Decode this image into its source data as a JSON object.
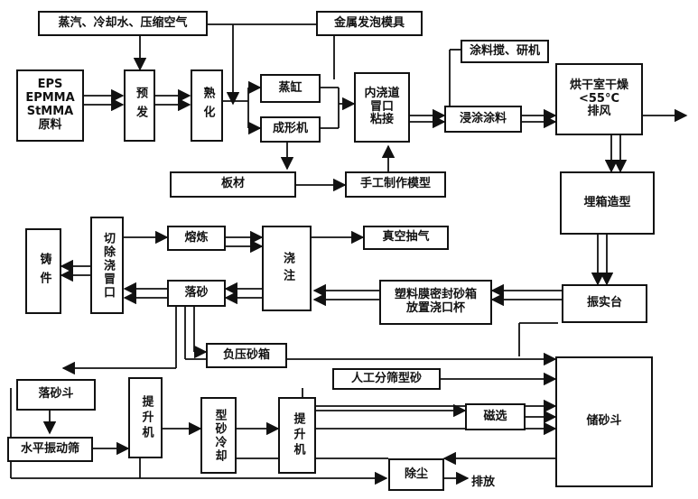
{
  "nodes": {
    "steam_supply": "蒸汽、冷却水、压缩空气",
    "metal_mold": "金属发泡模具",
    "raw_material": "EPS\nEPMMA\nStMMA\n原料",
    "pre_expand": "预发",
    "aging": "熟化",
    "steam_chest": "蒸缸",
    "molding_machine": "成形机",
    "gating_glue": "内浇道\n冒口\n粘接",
    "coating_mix": "涂料搅、研机",
    "dip_coating": "浸涂涂料",
    "drying_room": "烘干室干燥\n<55°C\n排风",
    "sheet": "板材",
    "handmade_pattern": "手工制作模型",
    "embed_molding": "埋箱造型",
    "casting": "铸件",
    "cut_riser": "切除浇冒口",
    "melting": "熔炼",
    "pouring": "浇注",
    "vacuum": "真空抽气",
    "shakeout": "落砂",
    "seal_flask": "塑料膜密封砂箱\n放置浇口杯",
    "vibrating_table": "振实台",
    "negative_pressure_flask": "负压砂箱",
    "manual_screening": "人工分筛型砂",
    "shakeout_hopper": "落砂斗",
    "elevator_1": "提升机",
    "sand_cooling": "型砂冷却",
    "elevator_2": "提升机",
    "magnetic_separation": "磁选",
    "storage_hopper": "储砂斗",
    "horizontal_screen": "水平振动筛",
    "dust_removal": "除尘",
    "discharge": "排放"
  }
}
